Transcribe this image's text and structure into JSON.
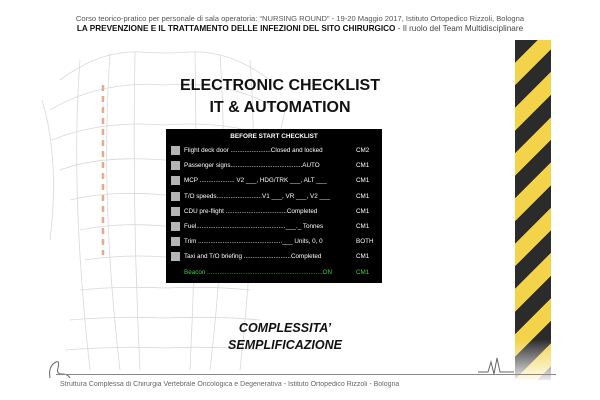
{
  "header": {
    "line1": "Corso teorico-pratico per personale di sala operatoria: “NURSING ROUND” - 19-20 Maggio 2017, Istituto Ortopedico Rizzoli, Bologna",
    "line2_bold": "LA PREVENZIONE E IL TRATTAMENTO DELLE INFEZIONI DEL SITO CHIRURGICO",
    "line2_rest": " - Il ruolo del Team Multidisciplinare"
  },
  "title": {
    "line1": "ELECTRONIC CHECKLIST",
    "line2": "IT & AUTOMATION"
  },
  "checklist": {
    "heading": "BEFORE START CHECKLIST",
    "items": [
      {
        "text": "Flight deck door .......................Closed and locked",
        "code": "CM2"
      },
      {
        "text": "Passenger signs.........................................AUTO",
        "code": "CM1"
      },
      {
        "text": "MCP .................... V2 ___, HDG/TRK ___, ALT ___",
        "code": "CM1"
      },
      {
        "text": "T/O speeds..........................V1 ___, VR ___, V2 ___",
        "code": "CM1"
      },
      {
        "text": "CDU pre-flight ...................................Completed",
        "code": "CM1"
      },
      {
        "text": "Fuel...................................................___._ Tonnes",
        "code": "CM1"
      },
      {
        "text": "Trim ................................................___ Units, 0, 0",
        "code": "BOTH"
      },
      {
        "text": "Taxi and T/O briefing ...........................Completed",
        "code": "CM1"
      },
      {
        "text": "Beacon ..................................................................ON",
        "code": "CM1"
      }
    ]
  },
  "subtitle": {
    "line1": "COMPLESSITA’",
    "line2": "SEMPLIFICAZIONE"
  },
  "footer": {
    "text": "Struttura Complessa di Chirurgia Vertebrale Oncologica e Degenerativa - Istituto Ortopedico Rizzoli - Bologna"
  },
  "colors": {
    "panel": "#000000",
    "checked_item": "#3fd13f",
    "stripe_dark": "#2b2b2b",
    "stripe_yellow": "#f3d34a"
  }
}
